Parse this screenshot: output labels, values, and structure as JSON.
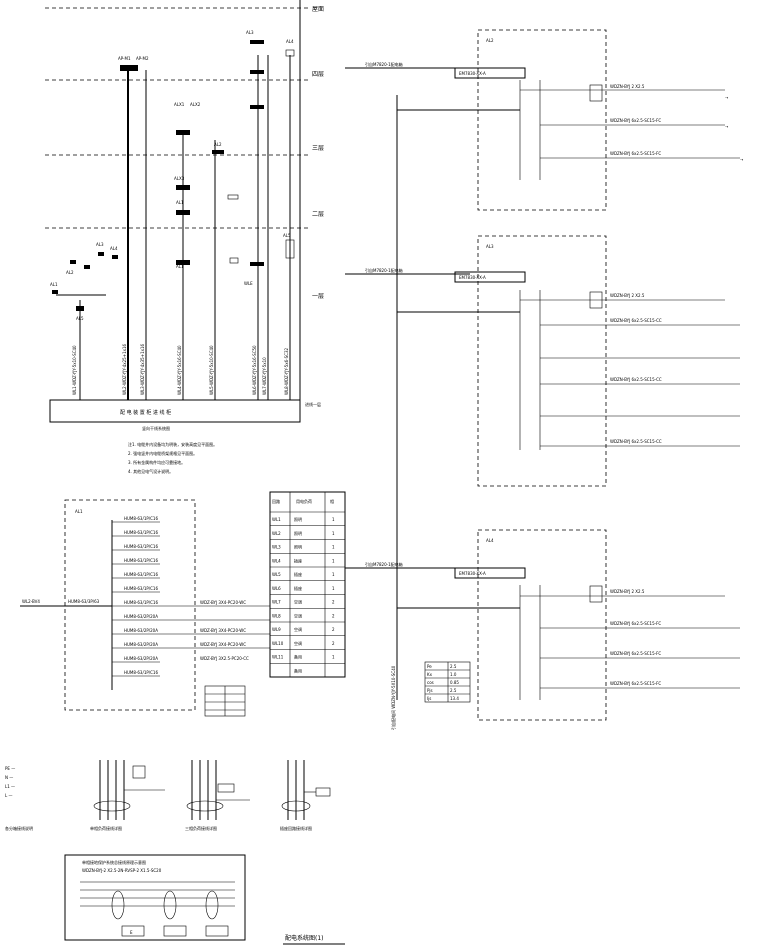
{
  "floors": {
    "roof": "屋面",
    "f4": "四层",
    "f3": "三层",
    "f2": "二层",
    "f1": "一层"
  },
  "riser": {
    "panel_label": "竖向干线系统图",
    "notes": [
      "注1. 电缆井内设备均为明装，安装高度见平面图。",
      "2. 强电竖井内电缆桥架规格见平面图。",
      "3. 所有金属构件均应可靠接地。",
      "4. 其他见电气设计说明。"
    ],
    "main_label": "进线一层"
  },
  "distribution": {
    "panel_id": "AL1",
    "incoming": "WL2-BV4",
    "main_breaker": "HUM8-63/3P/63",
    "circuits": [
      "HUM8-63/1P/C16",
      "HUM8-63/1P/C16",
      "HUM8-63/1P/C16",
      "HUM8-63/1P/C16",
      "HUM8-63/1P/C16",
      "HUM8-63/1P/C16",
      "HUM8-63/1P/C16",
      "HUM8-63/2P/20A",
      "HUM8-63/2P/20A",
      "HUM8-63/2P/20A",
      "HUM8-63/2P/20A",
      "HUM8-63/1P/C16"
    ],
    "feeders": [
      "WDZ-BYJ 3X4-PC20-WC",
      "WDZ-BYJ 3X4-PC20-WC",
      "WDZ-BYJ 3X4-PC20-WC",
      "WDZ-BYJ 3X2.5-PC20-CC"
    ],
    "table_rows": [
      {
        "c": "WL1",
        "d": "照明",
        "p": "1"
      },
      {
        "c": "WL2",
        "d": "照明",
        "p": "1"
      },
      {
        "c": "WL3",
        "d": "照明",
        "p": "1"
      },
      {
        "c": "WL4",
        "d": "插座",
        "p": "1"
      },
      {
        "c": "WL5",
        "d": "插座",
        "p": "1"
      },
      {
        "c": "WL6",
        "d": "插座",
        "p": "1"
      },
      {
        "c": "WL7",
        "d": "空调",
        "p": "2"
      },
      {
        "c": "WL8",
        "d": "空调",
        "p": "2"
      },
      {
        "c": "WL9",
        "d": "空调",
        "p": "2"
      },
      {
        "c": "WL10",
        "d": "空调",
        "p": "2"
      },
      {
        "c": "WL11",
        "d": "备用",
        "p": "1"
      },
      {
        "c": "",
        "d": "备用",
        "p": ""
      }
    ]
  },
  "right_panels": [
    {
      "id": "AL2",
      "cable": "引自M7820-1配电箱",
      "cpu": "EM7830-XX-A",
      "outs": [
        "WDZN-BYJ 2 X2.5",
        "WDZN-BYJ 6x2.5-SC15-FC",
        "WDZN-BYJ 6x2.5-SC15-FC"
      ]
    },
    {
      "id": "AL3",
      "cable": "引自M7820-1配电箱",
      "cpu": "EM7830-XX-A",
      "outs": [
        "WDZN-BYJ 2 X2.5",
        "WDZN-BYJ 6x2.5-SC15-CC",
        "WDZN-BYJ 6x2.5-SC15-CC",
        "WDZN-BYJ 6x2.5-SC15-CC"
      ]
    },
    {
      "id": "AL4",
      "cable": "引自M7820-1配电箱",
      "cpu": "EM7830-XX-A",
      "outs": [
        "WDZN-BYJ 2 X2.5",
        "WDZN-BYJ 6x2.5-SC15-FC",
        "WDZN-BYJ 6x2.5-SC15-FC",
        "WDZN-BYJ 6x2.5-SC15-FC"
      ]
    }
  ],
  "calc_table": [
    [
      "Pe",
      "2.5"
    ],
    [
      "Kx",
      "1.0"
    ],
    [
      "cos",
      "0.85"
    ],
    [
      "Pjs",
      "2.5"
    ],
    [
      "Ijs",
      "13.4"
    ]
  ],
  "legend": {
    "items": [
      "PE —",
      "N —",
      "L1 —",
      "L —"
    ],
    "caption": "各分箱接线说明"
  },
  "details": [
    "单相负荷接线详图",
    "三相负荷接线详图",
    "插座回路接线详图"
  ],
  "bottom_box": {
    "line1": "单相接地保护系统总接线原理示意图",
    "line2": "WDZN-BYJ-2  X2.5-2N-RVSP-2  X1.5-SC20",
    "tag": "E"
  },
  "drawing_title": "配电系统图(1)"
}
